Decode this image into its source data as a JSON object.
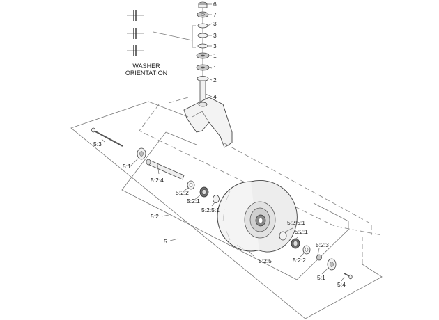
{
  "callouts": {
    "c6": "6",
    "c7": "7",
    "c3a": "3",
    "c3b": "3",
    "c3c": "3",
    "c1a": "1",
    "c1b": "1",
    "c2": "2",
    "c4": "4",
    "c5_3": "5:3",
    "c5_1a": "5:1",
    "c5_2_4": "5:2:4",
    "c5_2_2a": "5:2:2",
    "c5_2_1a": "5:2:1",
    "c5_2_5_1a": "5:2:5:1",
    "c5_2": "5:2",
    "c5": "5",
    "c5_2_5": "5:2:5",
    "c5_2_5_1b": "5:2:5:1",
    "c5_2_1b": "5:2:1",
    "c5_2_3": "5:2:3",
    "c5_2_2b": "5:2:2",
    "c5_1b": "5:1",
    "c5_4": "5:4"
  },
  "washer_note": {
    "line1": "WASHER",
    "line2": "ORIENTATION"
  }
}
